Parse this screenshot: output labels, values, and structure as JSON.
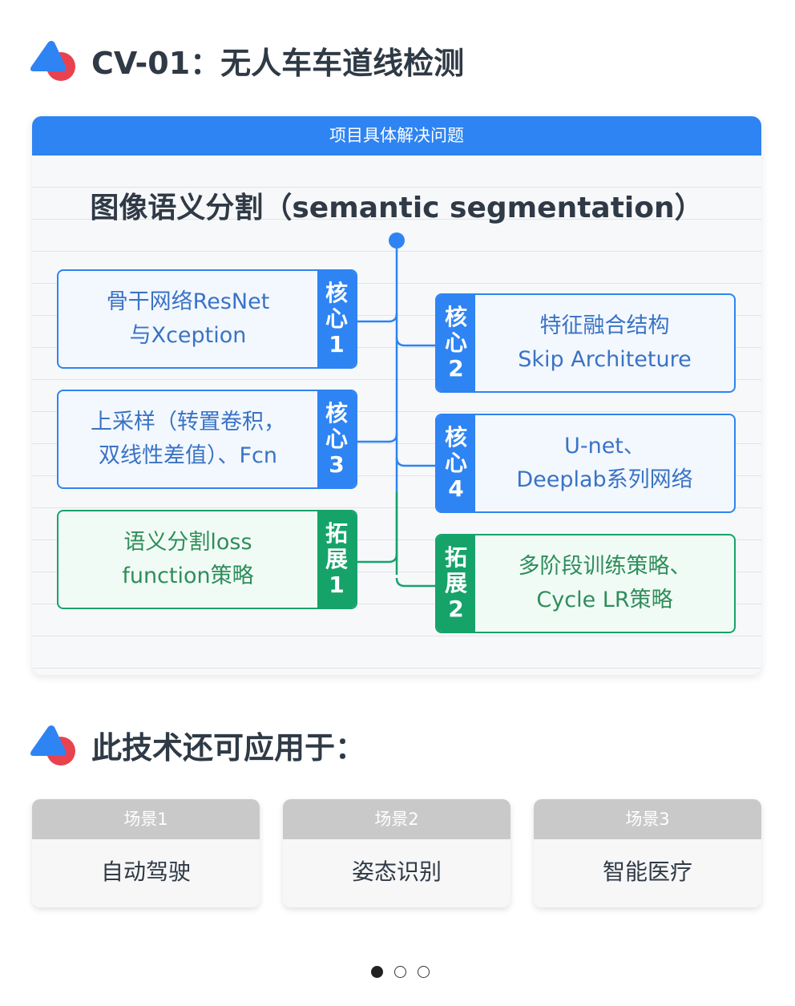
{
  "page": {
    "title": "CV-01：无人车车道线检测",
    "card_header": "项目具体解决问题",
    "diagram_title": "图像语义分割（semantic segmentation）",
    "nodes": [
      {
        "text": "骨干网络ResNet\n与Xception",
        "tag": [
          "核",
          "心",
          "1"
        ],
        "kind": "core"
      },
      {
        "text": "特征融合结构\nSkip Architeture",
        "tag": [
          "核",
          "心",
          "2"
        ],
        "kind": "core"
      },
      {
        "text": "上采样（转置卷积，\n双线性差值）、Fcn",
        "tag": [
          "核",
          "心",
          "3"
        ],
        "kind": "core"
      },
      {
        "text": "U-net、\nDeeplab系列网络",
        "tag": [
          "核",
          "心",
          "4"
        ],
        "kind": "core"
      },
      {
        "text": "语义分割loss\nfunction策略",
        "tag": [
          "拓",
          "展",
          "1"
        ],
        "kind": "extension"
      },
      {
        "text": "多阶段训练策略、\nCycle LR策略",
        "tag": [
          "拓",
          "展",
          "2"
        ],
        "kind": "extension"
      }
    ],
    "applications_title": "此技术还可应用于：",
    "scenes": [
      {
        "label": "场景1",
        "value": "自动驾驶"
      },
      {
        "label": "场景2",
        "value": "姿态识别"
      },
      {
        "label": "场景3",
        "value": "智能医疗"
      }
    ],
    "pagination": {
      "total": 3,
      "active": 1
    }
  },
  "colors": {
    "core_blue": "#2e84f2",
    "extension_green": "#16a36a",
    "logo_blue": "#2e84f2",
    "logo_red": "#e8424f",
    "scene_header_gray": "#c9c9c9"
  },
  "icons": {
    "section_logo": "blue-triangle-red-circle-logo-icon"
  }
}
